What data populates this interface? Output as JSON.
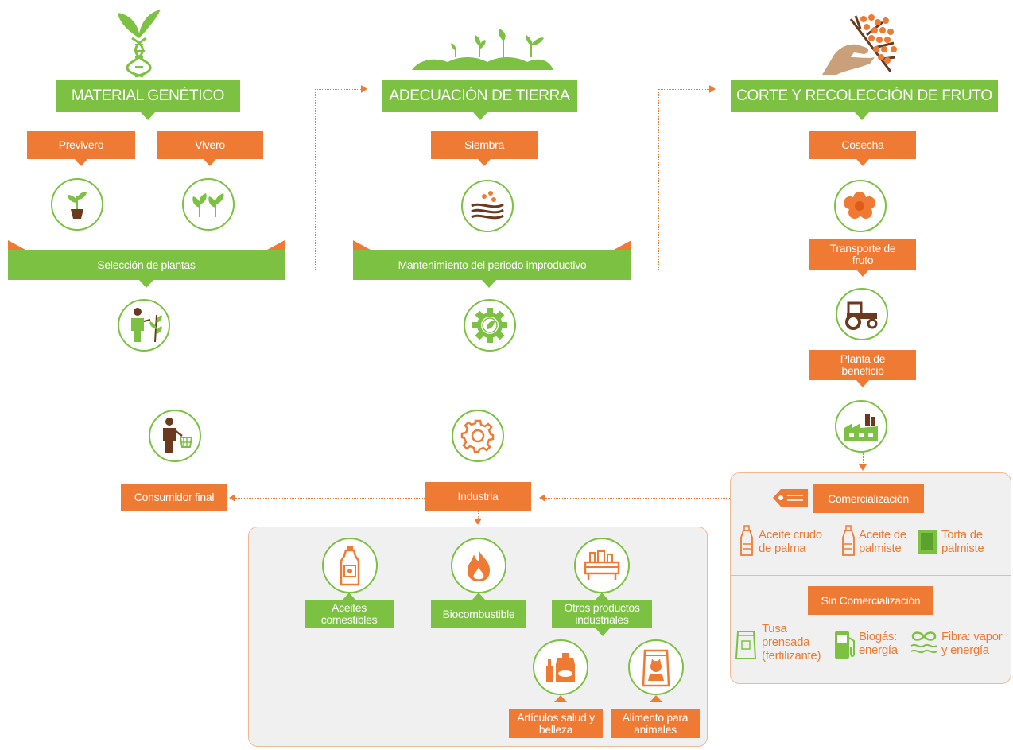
{
  "stages": {
    "material_genetico": {
      "title": "MATERIAL GENÉTICO",
      "previvero": "Previvero",
      "vivero": "Vivero",
      "seleccion": "Selección de plantas"
    },
    "adecuacion": {
      "title": "ADECUACIÓN DE TIERRA",
      "siembra": "Siembra",
      "mantenimiento": "Mantenimiento del periodo improductivo"
    },
    "corte": {
      "title": "CORTE Y RECOLECCIÓN DE FRUTO",
      "cosecha": "Cosecha",
      "transporte": "Transporte de fruto",
      "planta": "Planta de beneficio"
    }
  },
  "flow": {
    "consumidor": "Consumidor final",
    "industria": "Industria"
  },
  "industria_products": {
    "aceites": "Aceites comestibles",
    "biocombustible": "Biocombustible",
    "otros": "Otros productos industriales",
    "salud": "Artículos salud y belleza",
    "alimento": "Alimento para animales"
  },
  "comercializacion": {
    "title": "Comercialización",
    "aceite_crudo": "Aceite crudo de palma",
    "aceite_palmiste": "Aceite de palmiste",
    "torta": "Torta de palmiste"
  },
  "sin_comercializacion": {
    "title": "Sin Comercialización",
    "tusa": "Tusa prensada (fertilizante)",
    "biogas": "Biogás: energía",
    "fibra": "Fibra: vapor y energía"
  },
  "colors": {
    "green": "#7cc142",
    "orange": "#ef7a33",
    "brown": "#6b3a1e"
  }
}
